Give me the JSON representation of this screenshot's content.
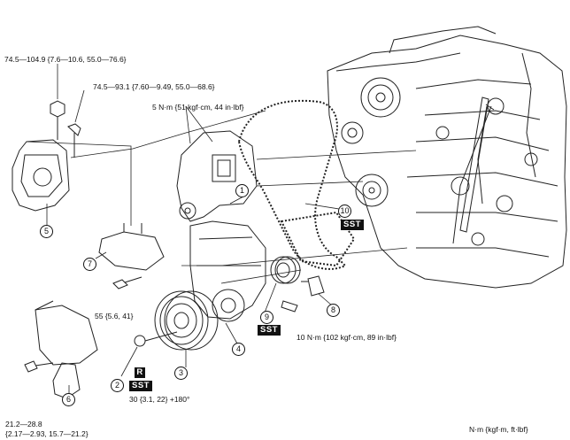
{
  "torques": {
    "t1": "74.5—104.9 {7.6—10.6, 55.0—76.6}",
    "t2": "74.5—93.1 {7.60—9.49, 55.0—68.6}",
    "t3": "5 N·m {51 kgf·cm, 44 in·lbf}",
    "t4": "55 {5.6, 41}",
    "t5": "10 N·m {102 kgf·cm, 89 in·lbf}",
    "t6": "30 {3.1, 22} +180°",
    "t7a": "21.2—28.8",
    "t7b": "{2.17—2.93, 15.7—21.2}"
  },
  "units": "N·m {kgf·m, ft·lbf}",
  "callouts": [
    "1",
    "2",
    "3",
    "4",
    "5",
    "6",
    "7",
    "8",
    "9",
    "10"
  ],
  "tags": {
    "sst": "SST",
    "r": "R"
  }
}
